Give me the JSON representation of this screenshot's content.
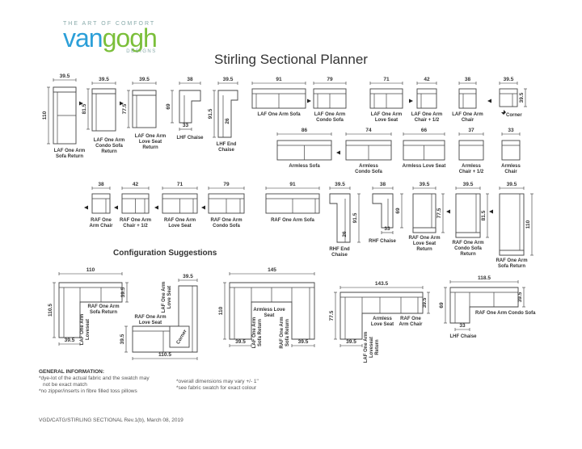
{
  "logo": {
    "tagline": "THE ART OF COMFORT",
    "word_v": "van",
    "word_g": "gogh",
    "designs": "DESIGNS"
  },
  "title": "Stirling Sectional Planner",
  "row1": [
    {
      "label": [
        "LAF One Arm",
        "Sofa Return"
      ],
      "dims": [
        "39.5",
        "110"
      ]
    },
    {
      "label": [
        "LAF One Arm",
        "Condo Sofa",
        "Return"
      ],
      "dims": [
        "39.5",
        "81.5"
      ]
    },
    {
      "label": [
        "LAF One Arm",
        "Love Seat",
        "Return"
      ],
      "dims": [
        "39.5",
        "77.5"
      ]
    },
    {
      "label": [
        "LHF Chaise"
      ],
      "dims": [
        "38",
        "69",
        "33"
      ]
    },
    {
      "label": [
        "LHF End",
        "Chaise"
      ],
      "dims": [
        "39.5",
        "91.5",
        "26"
      ]
    },
    {
      "label": [
        "LAF One Arm Sofa"
      ],
      "dims": [
        "91"
      ]
    },
    {
      "label": [
        "LAF One Arm",
        "Condo Sofa"
      ],
      "dims": [
        "79"
      ]
    },
    {
      "label": [
        "LAF One Arm",
        "Love Seat"
      ],
      "dims": [
        "71"
      ]
    },
    {
      "label": [
        "LAF One Arm",
        "Chair + 1/2"
      ],
      "dims": [
        "42"
      ]
    },
    {
      "label": [
        "LAF One Arm",
        "Chair"
      ],
      "dims": [
        "38"
      ]
    },
    {
      "label": [
        "Corner"
      ],
      "dims": [
        "39.5",
        "39.5"
      ]
    }
  ],
  "row2": [
    {
      "label": [
        "Armless Sofa"
      ],
      "dims": [
        "86"
      ]
    },
    {
      "label": [
        "Armless",
        "Condo Sofa"
      ],
      "dims": [
        "74"
      ]
    },
    {
      "label": [
        "Armless Love Seat"
      ],
      "dims": [
        "66"
      ]
    },
    {
      "label": [
        "Armless",
        "Chair + 1/2"
      ],
      "dims": [
        "37"
      ]
    },
    {
      "label": [
        "Armless",
        "Chair"
      ],
      "dims": [
        "33"
      ]
    }
  ],
  "row3": [
    {
      "label": [
        "RAF One",
        "Arm Chair"
      ],
      "dims": [
        "38"
      ]
    },
    {
      "label": [
        "RAF One Arm",
        "Chair + 1/2"
      ],
      "dims": [
        "42"
      ]
    },
    {
      "label": [
        "RAF One Arm",
        "Love Seat"
      ],
      "dims": [
        "71"
      ]
    },
    {
      "label": [
        "RAF One Arm",
        "Condo Sofa"
      ],
      "dims": [
        "79"
      ]
    },
    {
      "label": [
        "RAF One Arm Sofa"
      ],
      "dims": [
        "91"
      ]
    },
    {
      "label": [
        "RHF End",
        "Chaise"
      ],
      "dims": [
        "39.5",
        "91.5",
        "26"
      ]
    },
    {
      "label": [
        "RHF Chaise"
      ],
      "dims": [
        "38",
        "69",
        "33"
      ]
    },
    {
      "label": [
        "RAF One Arm",
        "Love Seat",
        "Return"
      ],
      "dims": [
        "39.5",
        "77.5"
      ]
    },
    {
      "label": [
        "RAF One Arm",
        "Condo Sofa",
        "Return"
      ],
      "dims": [
        "39.5",
        "81.5"
      ]
    },
    {
      "label": [
        "RAF One Arm",
        "Sofa Return"
      ],
      "dims": [
        "39.5",
        "110"
      ]
    }
  ],
  "config_title": "Configuration Suggestions",
  "configs": {
    "c1": {
      "dims": [
        "110",
        "110.5",
        "39.5",
        "39.5"
      ],
      "labels": [
        "RAF One Arm",
        "Sofa Return",
        "LAF One Arm",
        "Loveseat"
      ]
    },
    "c2": {
      "dims": [
        "39.5",
        "39.5",
        "110.5"
      ],
      "labels": [
        "LAF One Arm",
        "Love Seat",
        "RAF One Arm",
        "Love Seat",
        "Corner"
      ]
    },
    "c3": {
      "dims": [
        "145",
        "110",
        "39.5",
        "39.5"
      ],
      "labels": [
        "Armless Love",
        "Seat",
        "LAF One Arm",
        "Sofa Return",
        "RAF One Arm",
        "Sofa Return"
      ]
    },
    "c4": {
      "dims": [
        "143.5",
        "77.5",
        "39.5",
        "39.5"
      ],
      "labels": [
        "Armless",
        "Love Seat",
        "RAF One",
        "Arm Chair",
        "LAF One Arm",
        "Loveseat",
        "Return"
      ]
    },
    "c5": {
      "dims": [
        "118.5",
        "69",
        "39.5",
        "33"
      ],
      "labels": [
        "RAF One Arm Condo Sofa",
        "LHF Chaise"
      ]
    }
  },
  "general": {
    "heading": "GENERAL INFORMATION:",
    "l1": "*dye-lot of the actual fabric and the swatch may",
    "l2": "not be exact match",
    "l3": "*no zipper/inserts in fibre filled toss pillows",
    "r1": "*overall dimensions may vary +/- 1\"",
    "r2": "*see fabric swatch for exact colour"
  },
  "footer": "VGD/CATG/STIRLING SECTIONAL Rev.1(b), March 08, 2019"
}
